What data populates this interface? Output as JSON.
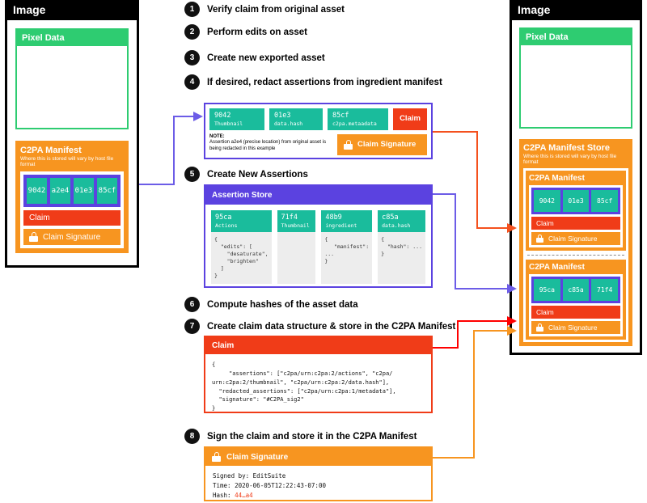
{
  "left_panel": {
    "title": "Image",
    "pixel_data": {
      "label": "Pixel Data"
    },
    "manifest": {
      "title": "C2PA Manifest",
      "subtitle": "Where this is stored will vary by host file format",
      "assertions": [
        "9042",
        "a2e4",
        "01e3",
        "85cf"
      ],
      "claim_label": "Claim",
      "signature_label": "Claim Signature"
    }
  },
  "steps": [
    {
      "num": "1",
      "label": "Verify claim from original asset"
    },
    {
      "num": "2",
      "label": "Perform edits on asset"
    },
    {
      "num": "3",
      "label": "Create new exported asset"
    },
    {
      "num": "4",
      "label": "If desired, redact assertions from ingredient manifest"
    },
    {
      "num": "5",
      "label": "Create New Assertions"
    },
    {
      "num": "6",
      "label": "Compute hashes of the asset data"
    },
    {
      "num": "7",
      "label": "Create claim data structure & store in the C2PA Manifest"
    },
    {
      "num": "8",
      "label": "Sign the claim and store it in the C2PA Manifest"
    }
  ],
  "redacted_box": {
    "assertions": [
      {
        "id": "9042",
        "sub": "Thumbnail"
      },
      {
        "id": "01e3",
        "sub": "data.hash"
      },
      {
        "id": "85cf",
        "sub": "c2pa.metaadata"
      }
    ],
    "claim_label": "Claim",
    "signature_label": "Claim Signature",
    "note_title": "NOTE:",
    "note_body": "Assertion a2e4 (precise location) from original asset is being redacted in this example"
  },
  "assertion_store": {
    "title": "Assertion Store",
    "cards": [
      {
        "id": "95ca",
        "sub": "Actions",
        "json": "{\n  \"edits\": [\n    \"desaturate\",\n    \"brighten\"\n  ]\n}"
      },
      {
        "id": "71f4",
        "sub": "Thumbnail",
        "json": ""
      },
      {
        "id": "48b9",
        "sub": "ingredient",
        "json": "{\n   \"manifest\":\n...\n}"
      },
      {
        "id": "c85a",
        "sub": "data.hash",
        "json": "{\n  \"hash\": ...\n}"
      }
    ]
  },
  "claim_block": {
    "title": "Claim",
    "json": "{\n     \"assertions\": [\"c2pa/urn:c2pa:2/actions\", \"c2pa/\nurn:c2pa:2/thumbnail\", \"c2pa/urn:c2pa:2/data.hash\"],\n  \"redacted_assertions\": [\"c2pa/urn:c2pa:1/metadata\"],\n  \"signature\": \"#C2PA_sig2\"\n}"
  },
  "signature_block": {
    "title": "Claim Signature",
    "signed_by_line": "Signed by: EditSuite",
    "time_line": "Time: 2020-06-05T12:22:43-07:00",
    "hash_label": "Hash: ",
    "hash_value": "44…a4"
  },
  "right_panel": {
    "title": "Image",
    "pixel_data": {
      "label": "Pixel Data"
    },
    "manifest_store": {
      "title": "C2PA Manifest Store",
      "subtitle": "Where this is stored will vary by host file format",
      "manifests": [
        {
          "title": "C2PA Manifest",
          "assertions": [
            "9042",
            "01e3",
            "85cf"
          ],
          "claim_label": "Claim",
          "signature_label": "Claim Signature"
        },
        {
          "title": "C2PA Manifest",
          "assertions": [
            "95ca",
            "c85a",
            "71f4"
          ],
          "claim_label": "Claim",
          "signature_label": "Claim Signature"
        }
      ]
    }
  },
  "colors": {
    "green": "#2ecc71",
    "teal": "#1abc9c",
    "purple": "#5b42e0",
    "orange": "#f79520",
    "red": "#f03c18",
    "black": "#000000"
  }
}
